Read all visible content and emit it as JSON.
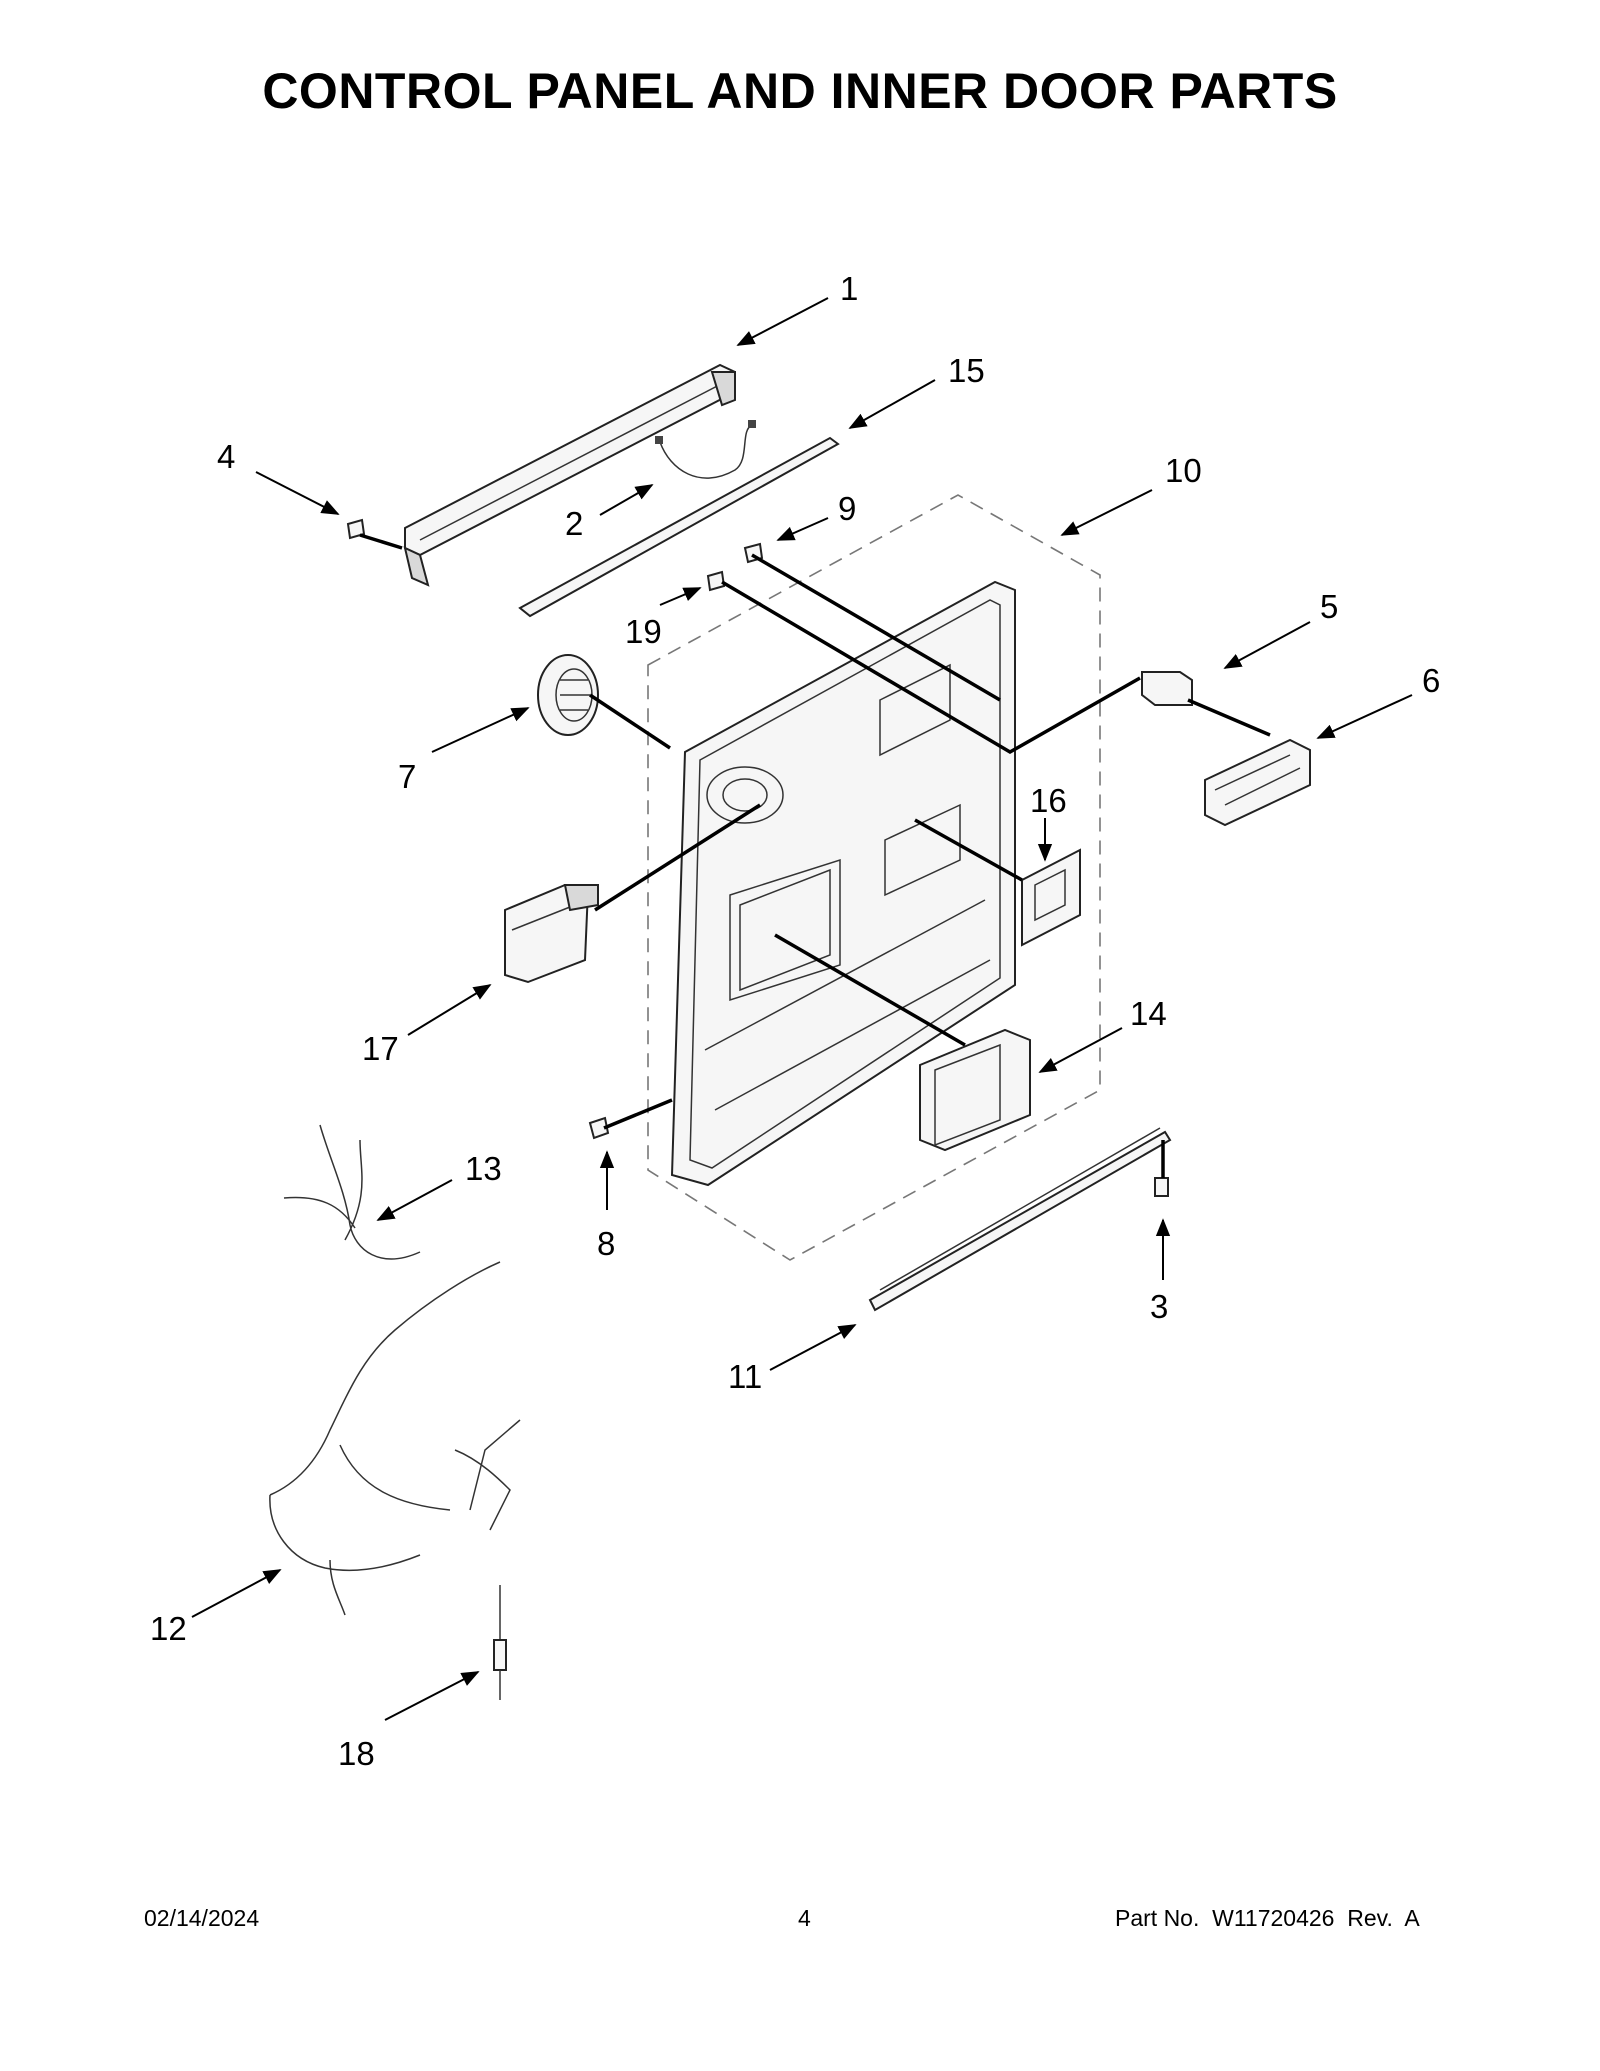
{
  "title": "CONTROL PANEL AND INNER DOOR PARTS",
  "callouts": [
    "1",
    "2",
    "3",
    "4",
    "5",
    "6",
    "7",
    "8",
    "9",
    "10",
    "11",
    "12",
    "13",
    "14",
    "15",
    "16",
    "17",
    "18",
    "19"
  ],
  "footer": {
    "date": "02/14/2024",
    "page": "4",
    "part_no": "Part No.  W11720426  Rev.  A"
  }
}
